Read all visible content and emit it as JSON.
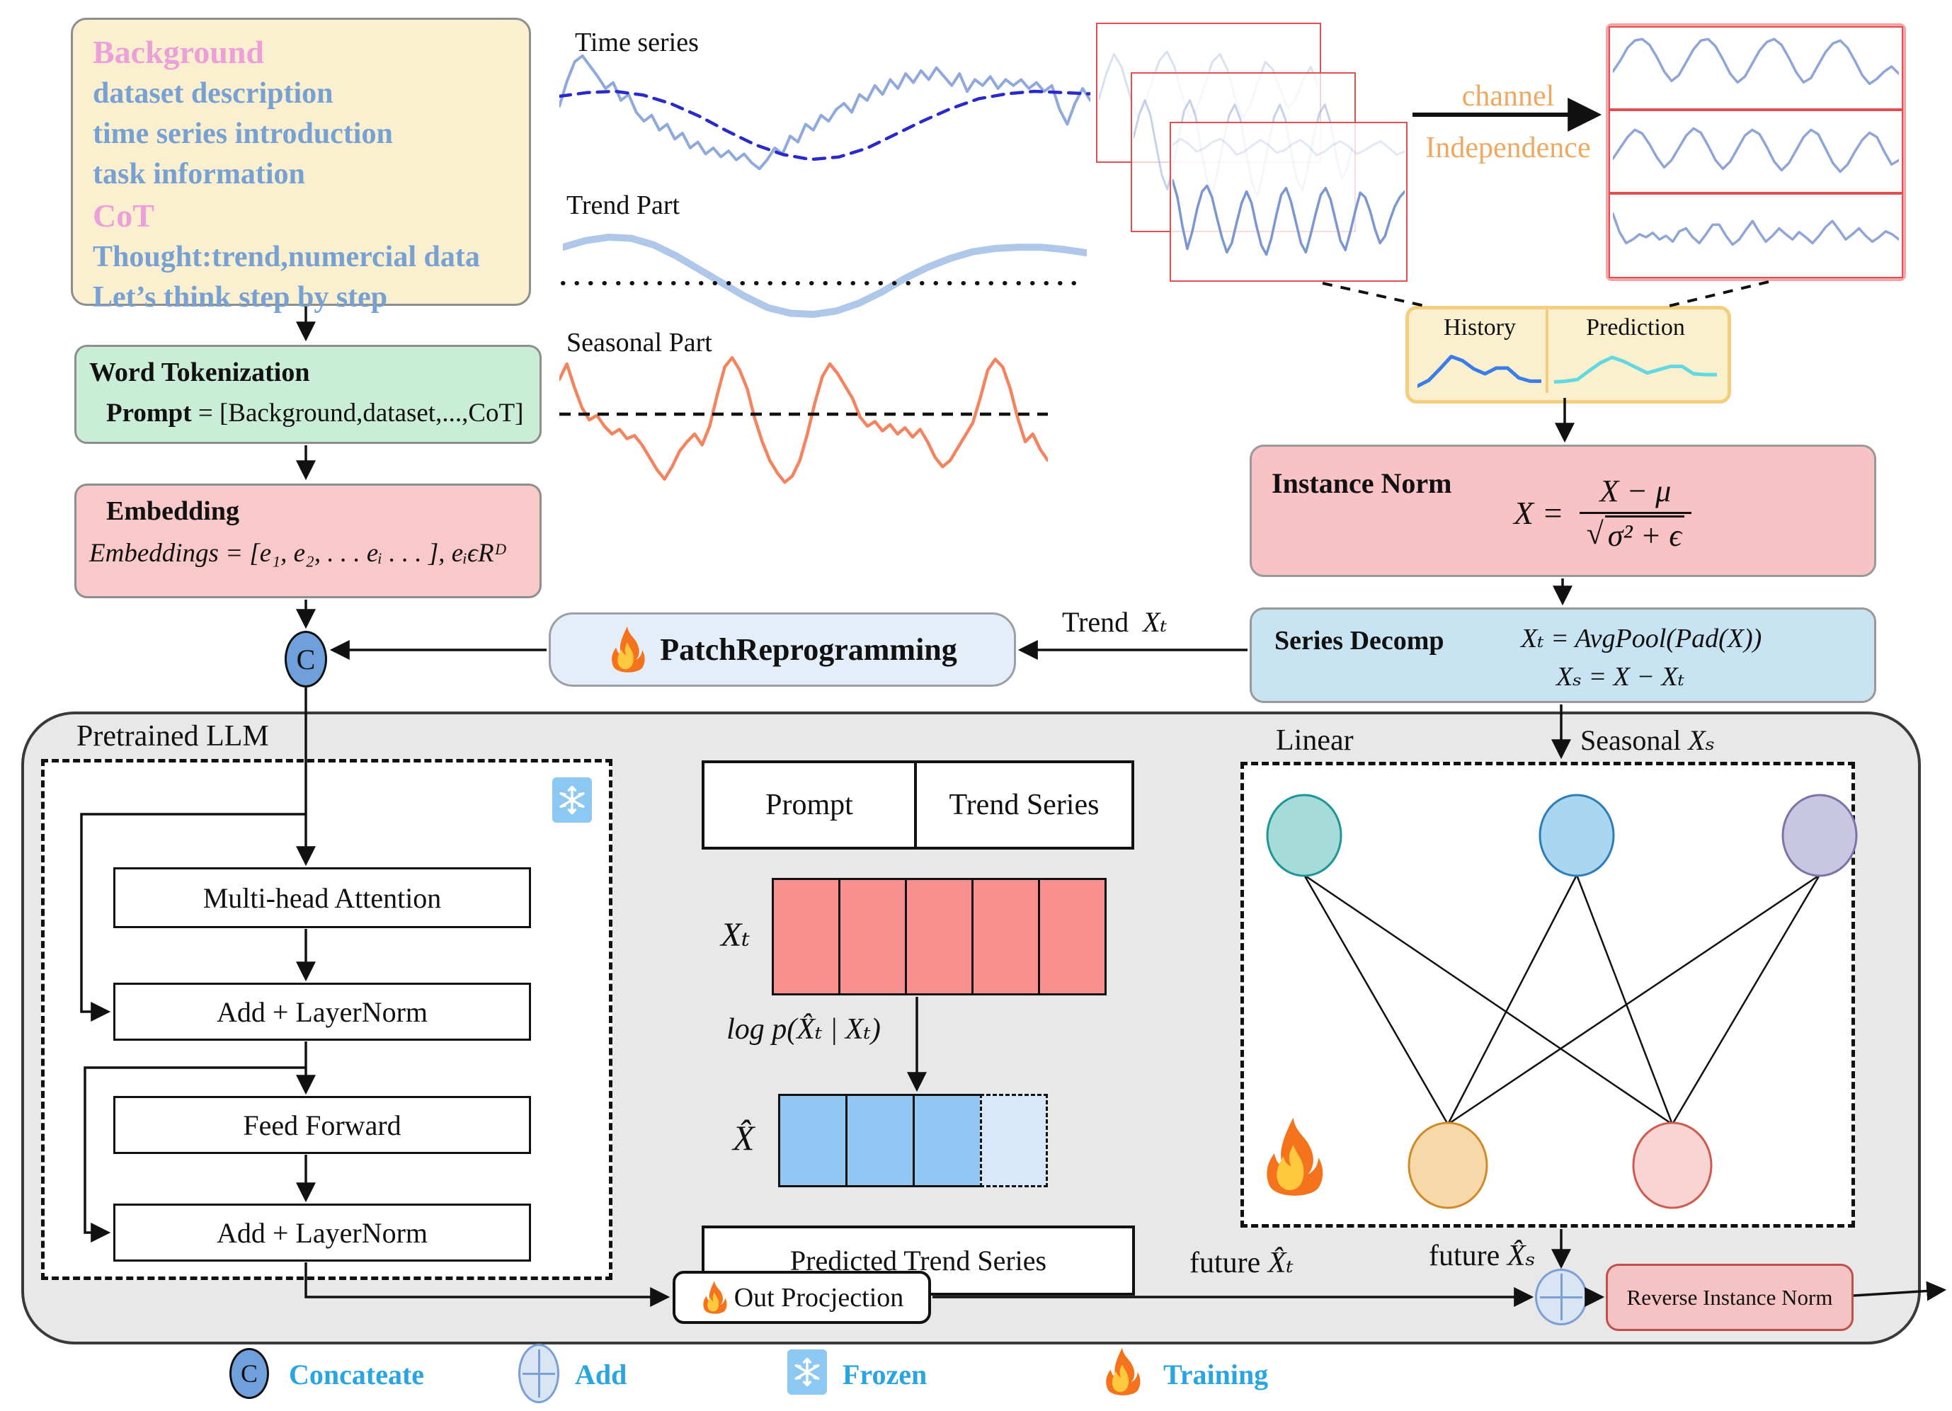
{
  "colors": {
    "accent_pink": "#EC9FD8",
    "text_blue": "#78A1D3",
    "legend_blue": "#2AA5DF",
    "orange_label": "#F0A860",
    "box_yellow": "#FAF0D0",
    "box_green": "#C9EDD6",
    "box_pink": "#F9C8C9",
    "box_lightblue": "#C8E4F2",
    "container_gray": "#E8E8E8",
    "node_teal": "#A5DBD8",
    "node_blue": "#A9D6F0",
    "node_purple": "#C9C6E2",
    "node_orange": "#F7D9A9",
    "node_pink": "#F8D5D2",
    "trend_cell_red": "#F89090",
    "pred_cell_blue": "#92C7F4"
  },
  "background_box": {
    "title": "Background",
    "items": [
      "dataset description",
      "time series introduction",
      "task information"
    ],
    "cot_title": "CoT",
    "cot_items": [
      "Thought:trend,numercial data",
      "Let’s think step by step"
    ]
  },
  "word_tokenization": {
    "title": "Word Tokenization",
    "prompt_label": "Prompt",
    "prompt_rest": " = [Background,dataset,...,CoT]"
  },
  "embedding": {
    "title": "Embedding",
    "formula": "Embeddings = [e₁, e₂, . . . eᵢ . . . ], eᵢϵRᴰ"
  },
  "plots": {
    "time_series_label": "Time series",
    "trend_label": "Trend Part",
    "seasonal_label": "Seasonal Part"
  },
  "channel_independence": {
    "line1": "channel",
    "line2": "Independence"
  },
  "history_prediction": {
    "history": "History",
    "prediction": "Prediction"
  },
  "instance_norm": {
    "title": "Instance Norm",
    "lhs": "X =",
    "numerator": "X − μ",
    "root": "√",
    "denominator": "σ² + ϵ"
  },
  "series_decomp": {
    "title": "Series Decomp",
    "line1": "Xₜ = AvgPool(Pad(X))",
    "line2": "Xₛ = X − Xₜ"
  },
  "trend_flow": {
    "text": "Trend",
    "math": "Xₜ"
  },
  "seasonal_flow": {
    "text": "Seasonal",
    "math": "Xₛ"
  },
  "patch_reprogramming": {
    "label": "PatchReprogramming"
  },
  "concat_symbol": "C",
  "pretrained_llm": {
    "title": "Pretrained LLM",
    "blocks": [
      "Multi-head Attention",
      "Add + LayerNorm",
      "Feed Forward",
      "Add + LayerNorm"
    ]
  },
  "token_table": {
    "col1": "Prompt",
    "col2": "Trend Series",
    "input_label": "Xₜ",
    "loss": "log p(X̂ₜ | Xₜ)",
    "output_label": "X̂",
    "predicted": "Predicted Trend Series"
  },
  "linear_section": {
    "title": "Linear"
  },
  "out_projection": {
    "label": "Out Procjection"
  },
  "future_trend": {
    "text": "future",
    "math": "X̂ₜ"
  },
  "future_seasonal": {
    "text": "future",
    "math": "X̂ₛ"
  },
  "reverse_instance_norm": {
    "label": "Reverse Instance Norm"
  },
  "legend": {
    "concat": "Concateate",
    "add": "Add",
    "frozen": "Frozen",
    "training": "Training"
  },
  "sparklines": {
    "ts_noisy": {
      "color": "#8FA9DC",
      "width": 4,
      "points": [
        42,
        25,
        12,
        8,
        15,
        22,
        30,
        26,
        38,
        34,
        46,
        52,
        48,
        58,
        54,
        64,
        60,
        70,
        66,
        74,
        70,
        76,
        72,
        78,
        74,
        80,
        84,
        78,
        70,
        74,
        62,
        66,
        54,
        58,
        48,
        52,
        44,
        40,
        46,
        34,
        38,
        28,
        34,
        24,
        30,
        20,
        26,
        18,
        24,
        16,
        22,
        28,
        20,
        32,
        24,
        28,
        22,
        30,
        24,
        28,
        24,
        30,
        26,
        32,
        28,
        44,
        54,
        40,
        30,
        38
      ]
    },
    "ts_smooth": {
      "color": "#2A2ACC",
      "width": 4.5,
      "dash": "16,11",
      "points": [
        32,
        29,
        28,
        31,
        38,
        48,
        60,
        71,
        79,
        83,
        81,
        74,
        63,
        52,
        42,
        34,
        30,
        28,
        29,
        30
      ]
    },
    "trend_curve": {
      "color": "#AFC7E8",
      "width": 10,
      "points": [
        28,
        22,
        19,
        20,
        26,
        36,
        48,
        60,
        72,
        82,
        87,
        88,
        85,
        78,
        68,
        56,
        46,
        38,
        32,
        29,
        28,
        28,
        30,
        33
      ]
    },
    "seasonal_curve": {
      "color": "#F4845F",
      "width": 4.5,
      "points": [
        20,
        10,
        25,
        38,
        46,
        43,
        50,
        55,
        52,
        58,
        56,
        62,
        70,
        78,
        84,
        76,
        66,
        60,
        55,
        62,
        50,
        30,
        12,
        6,
        14,
        26,
        45,
        60,
        72,
        80,
        86,
        82,
        72,
        55,
        35,
        18,
        10,
        16,
        24,
        32,
        44,
        50,
        47,
        53,
        49,
        55,
        51,
        57,
        52,
        60,
        70,
        76,
        72,
        64,
        56,
        48,
        32,
        14,
        7,
        12,
        26,
        45,
        60,
        55,
        65,
        72
      ]
    },
    "mch_front": {
      "color": "#7B97D2",
      "width": 3.5,
      "points": [
        15,
        30,
        55,
        75,
        60,
        40,
        25,
        20,
        30,
        48,
        65,
        78,
        70,
        52,
        35,
        25,
        35,
        55,
        72,
        80,
        66,
        46,
        28,
        22,
        34,
        52,
        70,
        78,
        62,
        44,
        28,
        22,
        32,
        50,
        68,
        76,
        60,
        42,
        26,
        30,
        42,
        58,
        70,
        64,
        50,
        38,
        30,
        25
      ]
    },
    "mch_front_ghost": {
      "color": "#8FA5D6",
      "width": 3,
      "opacity": 0.25,
      "points": [
        30,
        20,
        28,
        40,
        35,
        25,
        20,
        30,
        45,
        40,
        30,
        22,
        30,
        42,
        38,
        28,
        22,
        32,
        46,
        40,
        30,
        24,
        32,
        44,
        38,
        30,
        24,
        34,
        45,
        40
      ]
    },
    "mch_mid": {
      "color": "#8FA5D6",
      "width": 3,
      "opacity": 0.5,
      "points": [
        40,
        25,
        15,
        25,
        45,
        65,
        75,
        60,
        40,
        22,
        15,
        25,
        48,
        68,
        78,
        62,
        42,
        25,
        18,
        28,
        50,
        70,
        80,
        64,
        44,
        26,
        18,
        28,
        50,
        68,
        76,
        60,
        40,
        24,
        18,
        30,
        52,
        68,
        60,
        45
      ]
    },
    "mch_back": {
      "color": "#8FA5D6",
      "width": 3,
      "opacity": 0.35,
      "points": [
        55,
        35,
        20,
        30,
        50,
        68,
        60,
        42,
        25,
        18,
        30,
        52,
        70,
        62,
        44,
        26,
        20,
        32,
        54,
        70,
        60,
        42,
        26,
        32,
        48,
        62,
        55,
        40,
        30,
        45
      ]
    },
    "stack_top": {
      "color": "#8FA5D6",
      "width": 3.5,
      "points": [
        55,
        40,
        22,
        12,
        10,
        18,
        35,
        55,
        68,
        60,
        42,
        24,
        12,
        10,
        20,
        38,
        58,
        70,
        62,
        44,
        26,
        14,
        10,
        18,
        36,
        56,
        70,
        64,
        46,
        28,
        16,
        12,
        22,
        40,
        60,
        72,
        65,
        55,
        48,
        58
      ]
    },
    "stack_mid": {
      "color": "#8FA5D6",
      "width": 3.5,
      "points": [
        60,
        45,
        30,
        20,
        25,
        40,
        58,
        72,
        62,
        45,
        28,
        18,
        24,
        42,
        62,
        74,
        64,
        46,
        28,
        20,
        26,
        44,
        64,
        76,
        66,
        48,
        30,
        20,
        26,
        46,
        66,
        78,
        68,
        50,
        34,
        24,
        30,
        50,
        68,
        62
      ]
    },
    "stack_bottom": {
      "color": "#8FA5D6",
      "width": 3.5,
      "points": [
        20,
        45,
        60,
        55,
        48,
        52,
        46,
        55,
        50,
        58,
        44,
        40,
        52,
        60,
        48,
        35,
        35,
        50,
        62,
        55,
        42,
        30,
        45,
        58,
        50,
        40,
        48,
        55,
        45,
        52,
        60,
        50,
        38,
        30,
        42,
        55,
        48,
        40,
        50,
        58,
        52,
        44,
        48,
        55
      ]
    },
    "history_line": {
      "color": "#3A7DE8",
      "width": 5,
      "points": [
        92,
        78,
        50,
        20,
        30,
        50,
        62,
        48,
        48,
        72,
        80,
        80
      ]
    },
    "prediction_line": {
      "color": "#62D9E2",
      "width": 5,
      "points": [
        82,
        80,
        76,
        55,
        35,
        22,
        32,
        46,
        60,
        52,
        44,
        44,
        62,
        64,
        64
      ]
    }
  }
}
